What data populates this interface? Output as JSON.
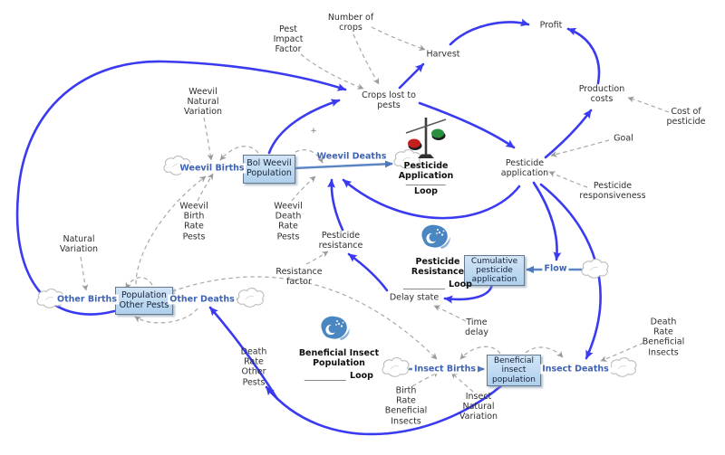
{
  "diagram_type": "system-dynamics stock and flow diagram",
  "colors": {
    "causal_arrow_blue": "#3a3af0",
    "flow_pipe_blue": "#5b84c4",
    "flow_label_blue": "#3f63b4",
    "stock_fill": "#b9d8f0",
    "stock_border": "#66788e",
    "dashed_link_gray": "#a4a4a4",
    "loop_icon_blue": "#4a86c2",
    "scale_ball_red": "#c22020",
    "scale_ball_green": "#2a8f3c"
  },
  "stocks": [
    {
      "label": "Bol Weevil\nPopulation"
    },
    {
      "label": "Population\nOther Pests"
    },
    {
      "label": "Cumulative\npesticide\napplication"
    },
    {
      "label": "Beneficial\ninsect\npopulation"
    }
  ],
  "flows": [
    {
      "label": "Weevil Births"
    },
    {
      "label": "Weevil Deaths"
    },
    {
      "label": "Other Births"
    },
    {
      "label": "Other Deaths"
    },
    {
      "label": "Flow"
    },
    {
      "label": "Insect Births"
    },
    {
      "label": "Insect Deaths"
    }
  ],
  "variables": [
    {
      "id": "pest-impact-factor",
      "text": "Pest\nImpact\nFactor"
    },
    {
      "id": "number-of-crops",
      "text": "Number of\ncrops"
    },
    {
      "id": "harvest",
      "text": "Harvest"
    },
    {
      "id": "profit",
      "text": "Profit"
    },
    {
      "id": "production-costs",
      "text": "Production\ncosts"
    },
    {
      "id": "cost-of-pesticide",
      "text": "Cost of\npesticide"
    },
    {
      "id": "goal",
      "text": "Goal"
    },
    {
      "id": "pesticide-responsiveness",
      "text": "Pesticide\nresponsiveness"
    },
    {
      "id": "crops-lost-to-pests",
      "text": "Crops lost to\npests"
    },
    {
      "id": "pesticide-application",
      "text": "Pesticide\napplication"
    },
    {
      "id": "weevil-natural-variation",
      "text": "Weevil\nNatural\nVariation"
    },
    {
      "id": "weevil-birth-rate-pests",
      "text": "Weevil\nBirth\nRate\nPests"
    },
    {
      "id": "weevil-death-rate-pests",
      "text": "Weevil\nDeath\nRate\nPests"
    },
    {
      "id": "pesticide-resistance",
      "text": "Pesticide\nresistance"
    },
    {
      "id": "resistance-factor",
      "text": "Resistance\nfactor"
    },
    {
      "id": "natural-variation",
      "text": "Natural\nVariation"
    },
    {
      "id": "death-rate-other-pests",
      "text": "Death\nRate\nOther\nPests"
    },
    {
      "id": "delay-state",
      "text": "Delay state"
    },
    {
      "id": "time-delay",
      "text": "Time\ndelay"
    },
    {
      "id": "birth-rate-beneficial-insects",
      "text": "Birth\nRate\nBeneficial\nInsects"
    },
    {
      "id": "insect-natural-variation",
      "text": "Insect\nNatural\nVariation"
    },
    {
      "id": "death-rate-beneficial-insects",
      "text": "Death\nRate\nBeneficial\nInsects"
    }
  ],
  "loops": [
    {
      "name": "Pesticide\nApplication",
      "loop_word": "Loop",
      "icon": "balance-scale-icon"
    },
    {
      "name": "Pesticide\nResistance",
      "loop_word": "Loop",
      "icon": "splash-icon"
    },
    {
      "name": "Beneficial Insect\nPopulation",
      "loop_word": "Loop",
      "icon": "splash-icon"
    }
  ],
  "annotations": {
    "polarity_plus": "+"
  }
}
